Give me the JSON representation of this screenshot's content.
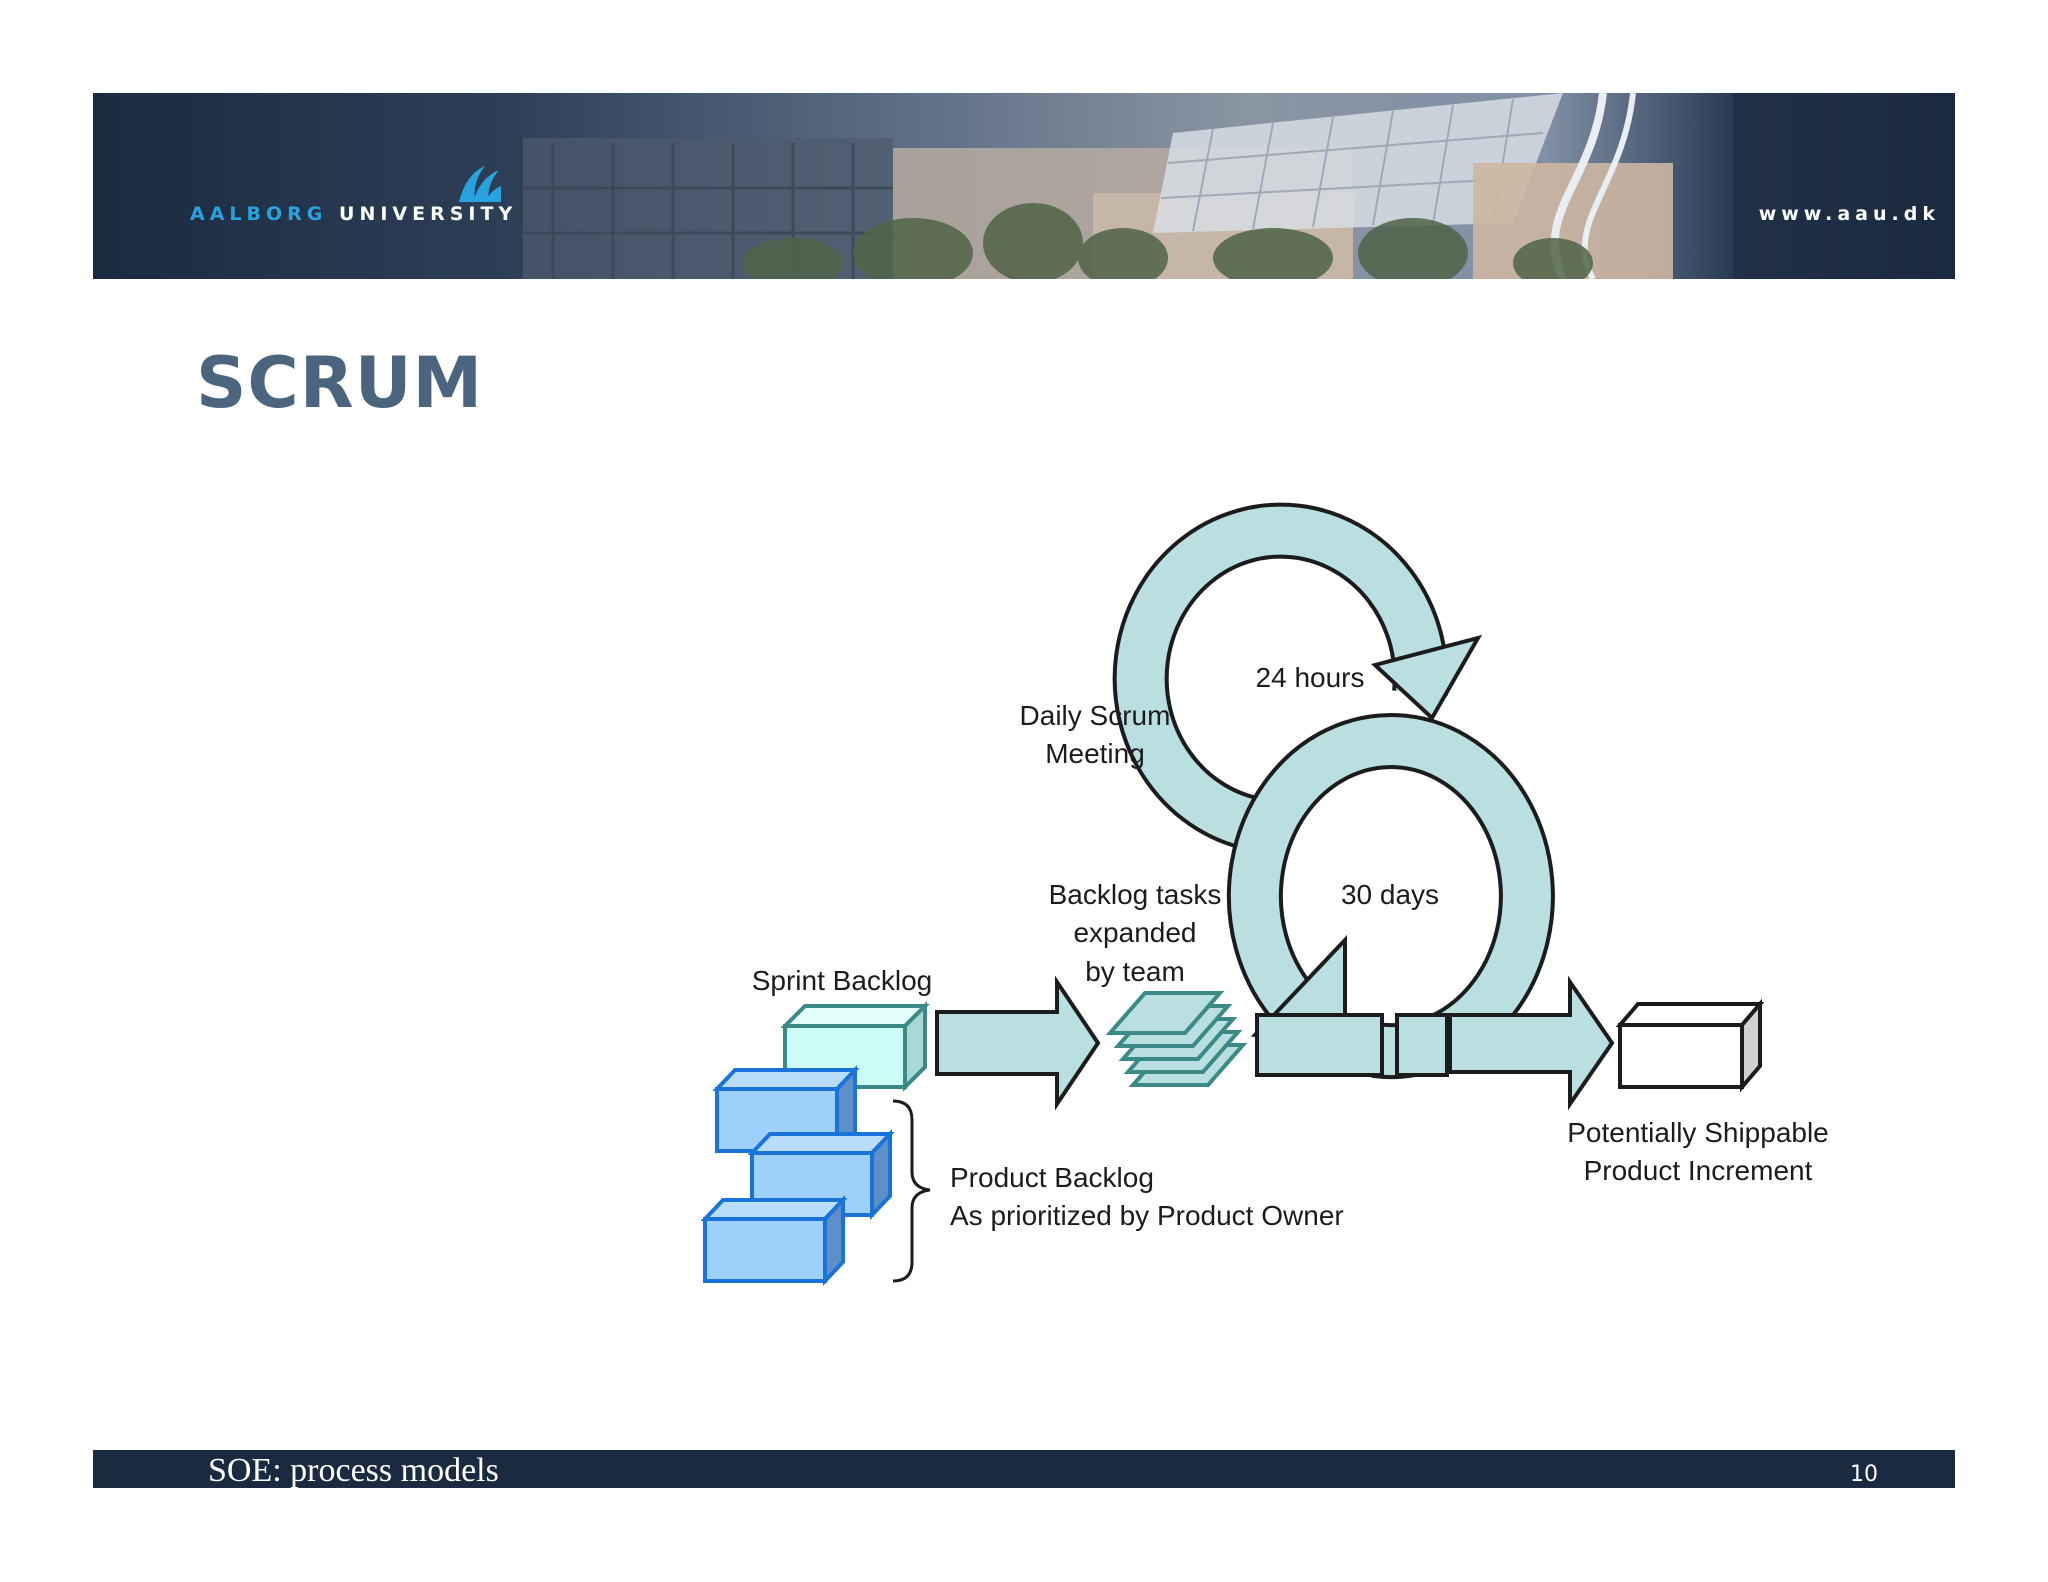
{
  "header": {
    "logo_part1": "AALBORG",
    "logo_part2": "UNIVERSITY",
    "website": "www.aau.dk",
    "logo_icon": "aau-logo-icon",
    "colors": {
      "bar": "#1a2a40",
      "logo_blue": "#29a3e0"
    }
  },
  "slide": {
    "title": "SCRUM"
  },
  "diagram": {
    "daily_scrum_line1": "Daily Scrum",
    "daily_scrum_line2": "Meeting",
    "cycle_24": "24 hours",
    "cycle_30": "30 days",
    "backlog_tasks_line1": "Backlog tasks",
    "backlog_tasks_line2": "expanded",
    "backlog_tasks_line3": "by team",
    "sprint_backlog": "Sprint Backlog",
    "product_backlog_line1": "Product Backlog",
    "product_backlog_line2": "As prioritized by Product Owner",
    "increment_line1": "Potentially Shippable",
    "increment_line2": "Product Increment",
    "colors": {
      "cycle_fill": "#b9dfe1",
      "product_blocks": "#9fd0fb",
      "product_blocks_stroke": "#1a73d9",
      "sprint_block": "#cdfbf6",
      "teal_stroke": "#3b8a88"
    }
  },
  "footer": {
    "text": "SOE: process models",
    "page": "10"
  }
}
